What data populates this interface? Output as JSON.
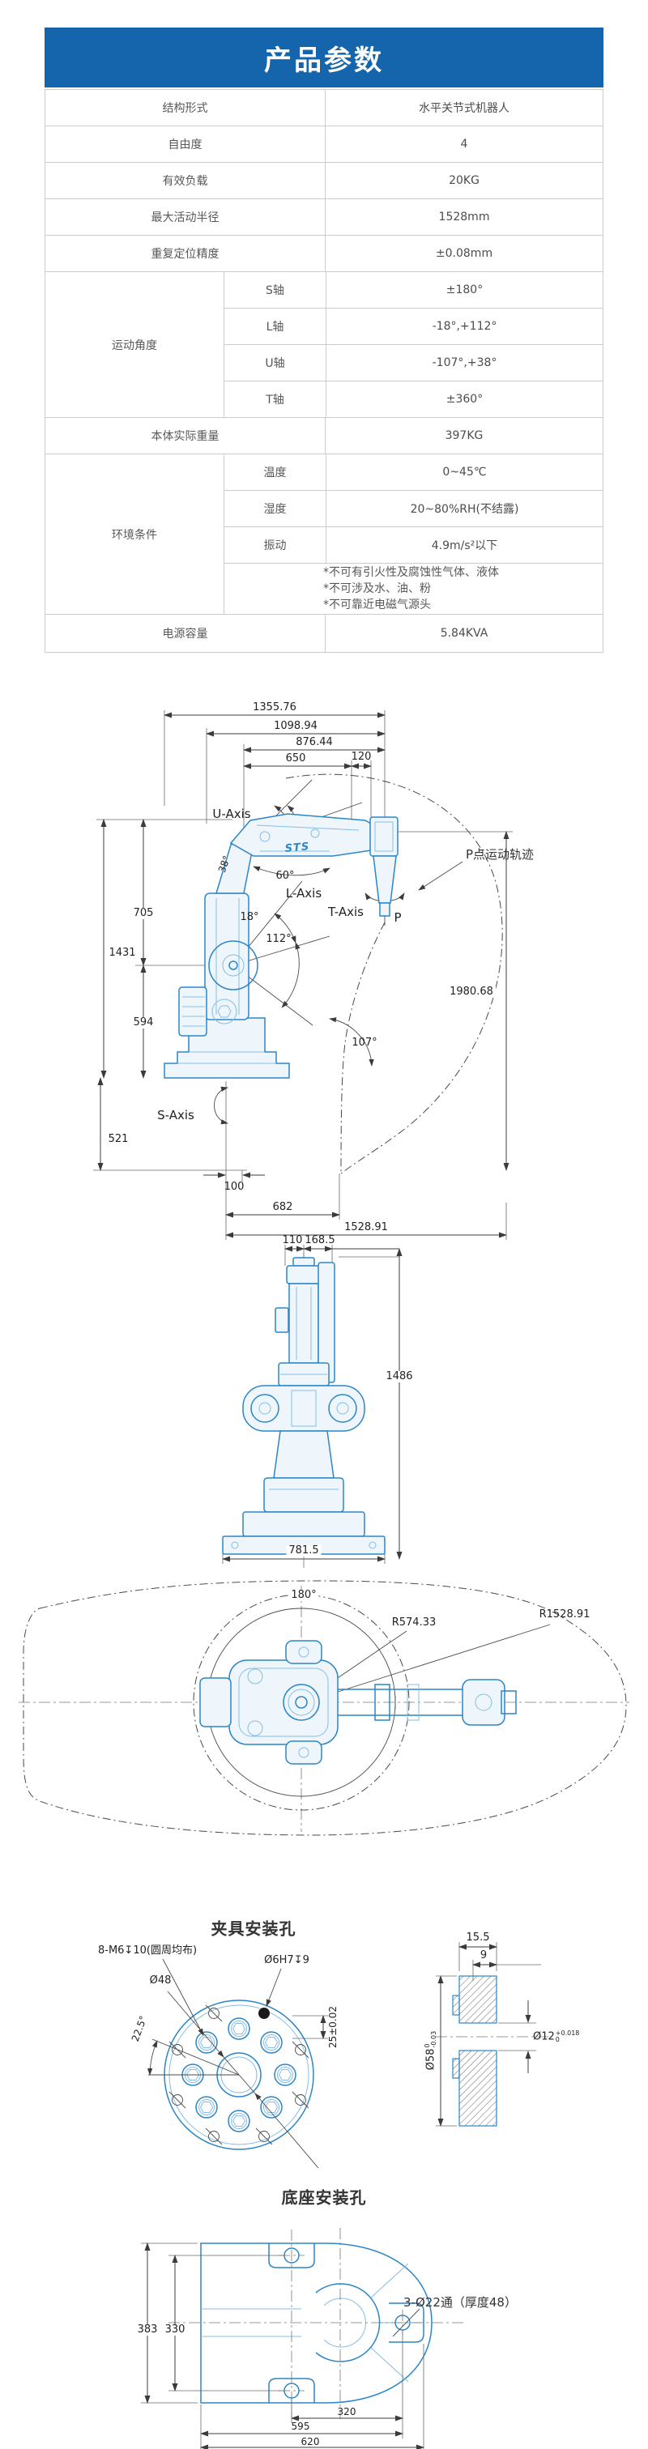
{
  "header": {
    "title": "产品参数"
  },
  "colors": {
    "banner_blue": "#1465ab",
    "drawing_blue": "#2b86c8"
  },
  "table": {
    "rows": [
      {
        "label": "结构形式",
        "value": "水平关节式机器人"
      },
      {
        "label": "自由度",
        "value": "4"
      },
      {
        "label": "有效负载",
        "value": "20KG"
      },
      {
        "label": "最大活动半径",
        "value": "1528mm"
      },
      {
        "label": "重复定位精度",
        "value": "±0.08mm"
      }
    ],
    "motion": {
      "label": "运动角度",
      "rows": [
        {
          "axis": "S轴",
          "value": "±180°"
        },
        {
          "axis": "L轴",
          "value": "-18°,+112°"
        },
        {
          "axis": "U轴",
          "value": "-107°,+38°"
        },
        {
          "axis": "T轴",
          "value": "±360°"
        }
      ]
    },
    "weight": {
      "label": "本体实际重量",
      "value": "397KG"
    },
    "env": {
      "label": "环境条件",
      "rows": [
        {
          "axis": "温度",
          "value": "0~45℃"
        },
        {
          "axis": "湿度",
          "value": "20~80%RH(不结露)"
        },
        {
          "axis": "振动",
          "value": "4.9m/s²以下"
        }
      ],
      "notes": [
        "*不可有引火性及腐蚀性气体、液体",
        "*不可涉及水、油、粉",
        "*不可靠近电磁气源头"
      ]
    },
    "power": {
      "label": "电源容量",
      "value": "5.84KVA"
    }
  },
  "side_view": {
    "dims": {
      "d1355": "1355.76",
      "d1098": "1098.94",
      "d876": "876.44",
      "d650": "650",
      "d120": "120",
      "d705": "705",
      "d1431": "1431",
      "d594": "594",
      "d521": "521",
      "d100": "100",
      "d682": "682",
      "d1528": "1528.91",
      "d1980": "1980.68"
    },
    "angles": {
      "a38": "38°",
      "a60": "60°",
      "a18": "18°",
      "a112": "112°",
      "a107": "107°"
    },
    "labels": {
      "u": "U-Axis",
      "l": "L-Axis",
      "t": "T-Axis",
      "s": "S-Axis",
      "p": "P",
      "traj": "P点运动轨迹",
      "brand": "STS"
    }
  },
  "front_view": {
    "d110": "110",
    "d168": "168.5",
    "d1486": "1486",
    "d781": "781.5"
  },
  "top_view": {
    "a180": "180°",
    "r574": "R574.33",
    "r1528": "R1528.91"
  },
  "flange": {
    "title": "夹具安装孔",
    "m6": "8-M6↧10(圆周均布)",
    "o48": "Ø48",
    "o6h7": "Ø6H7↧9",
    "a225": "22.5°",
    "t25": "25±0.02",
    "section": {
      "d155": "15.5",
      "d9": "9",
      "d58": "Ø58",
      "d58_sup": "0",
      "d58_sub": "-0.03",
      "d12": "Ø12",
      "d12_sup": "+0.018",
      "d12_sub": "0"
    }
  },
  "base_view": {
    "title": "底座安装孔",
    "holes": "3-Ø22通（厚度48）",
    "d383": "383",
    "d330": "330",
    "d320": "320",
    "d595": "595",
    "d620": "620"
  }
}
